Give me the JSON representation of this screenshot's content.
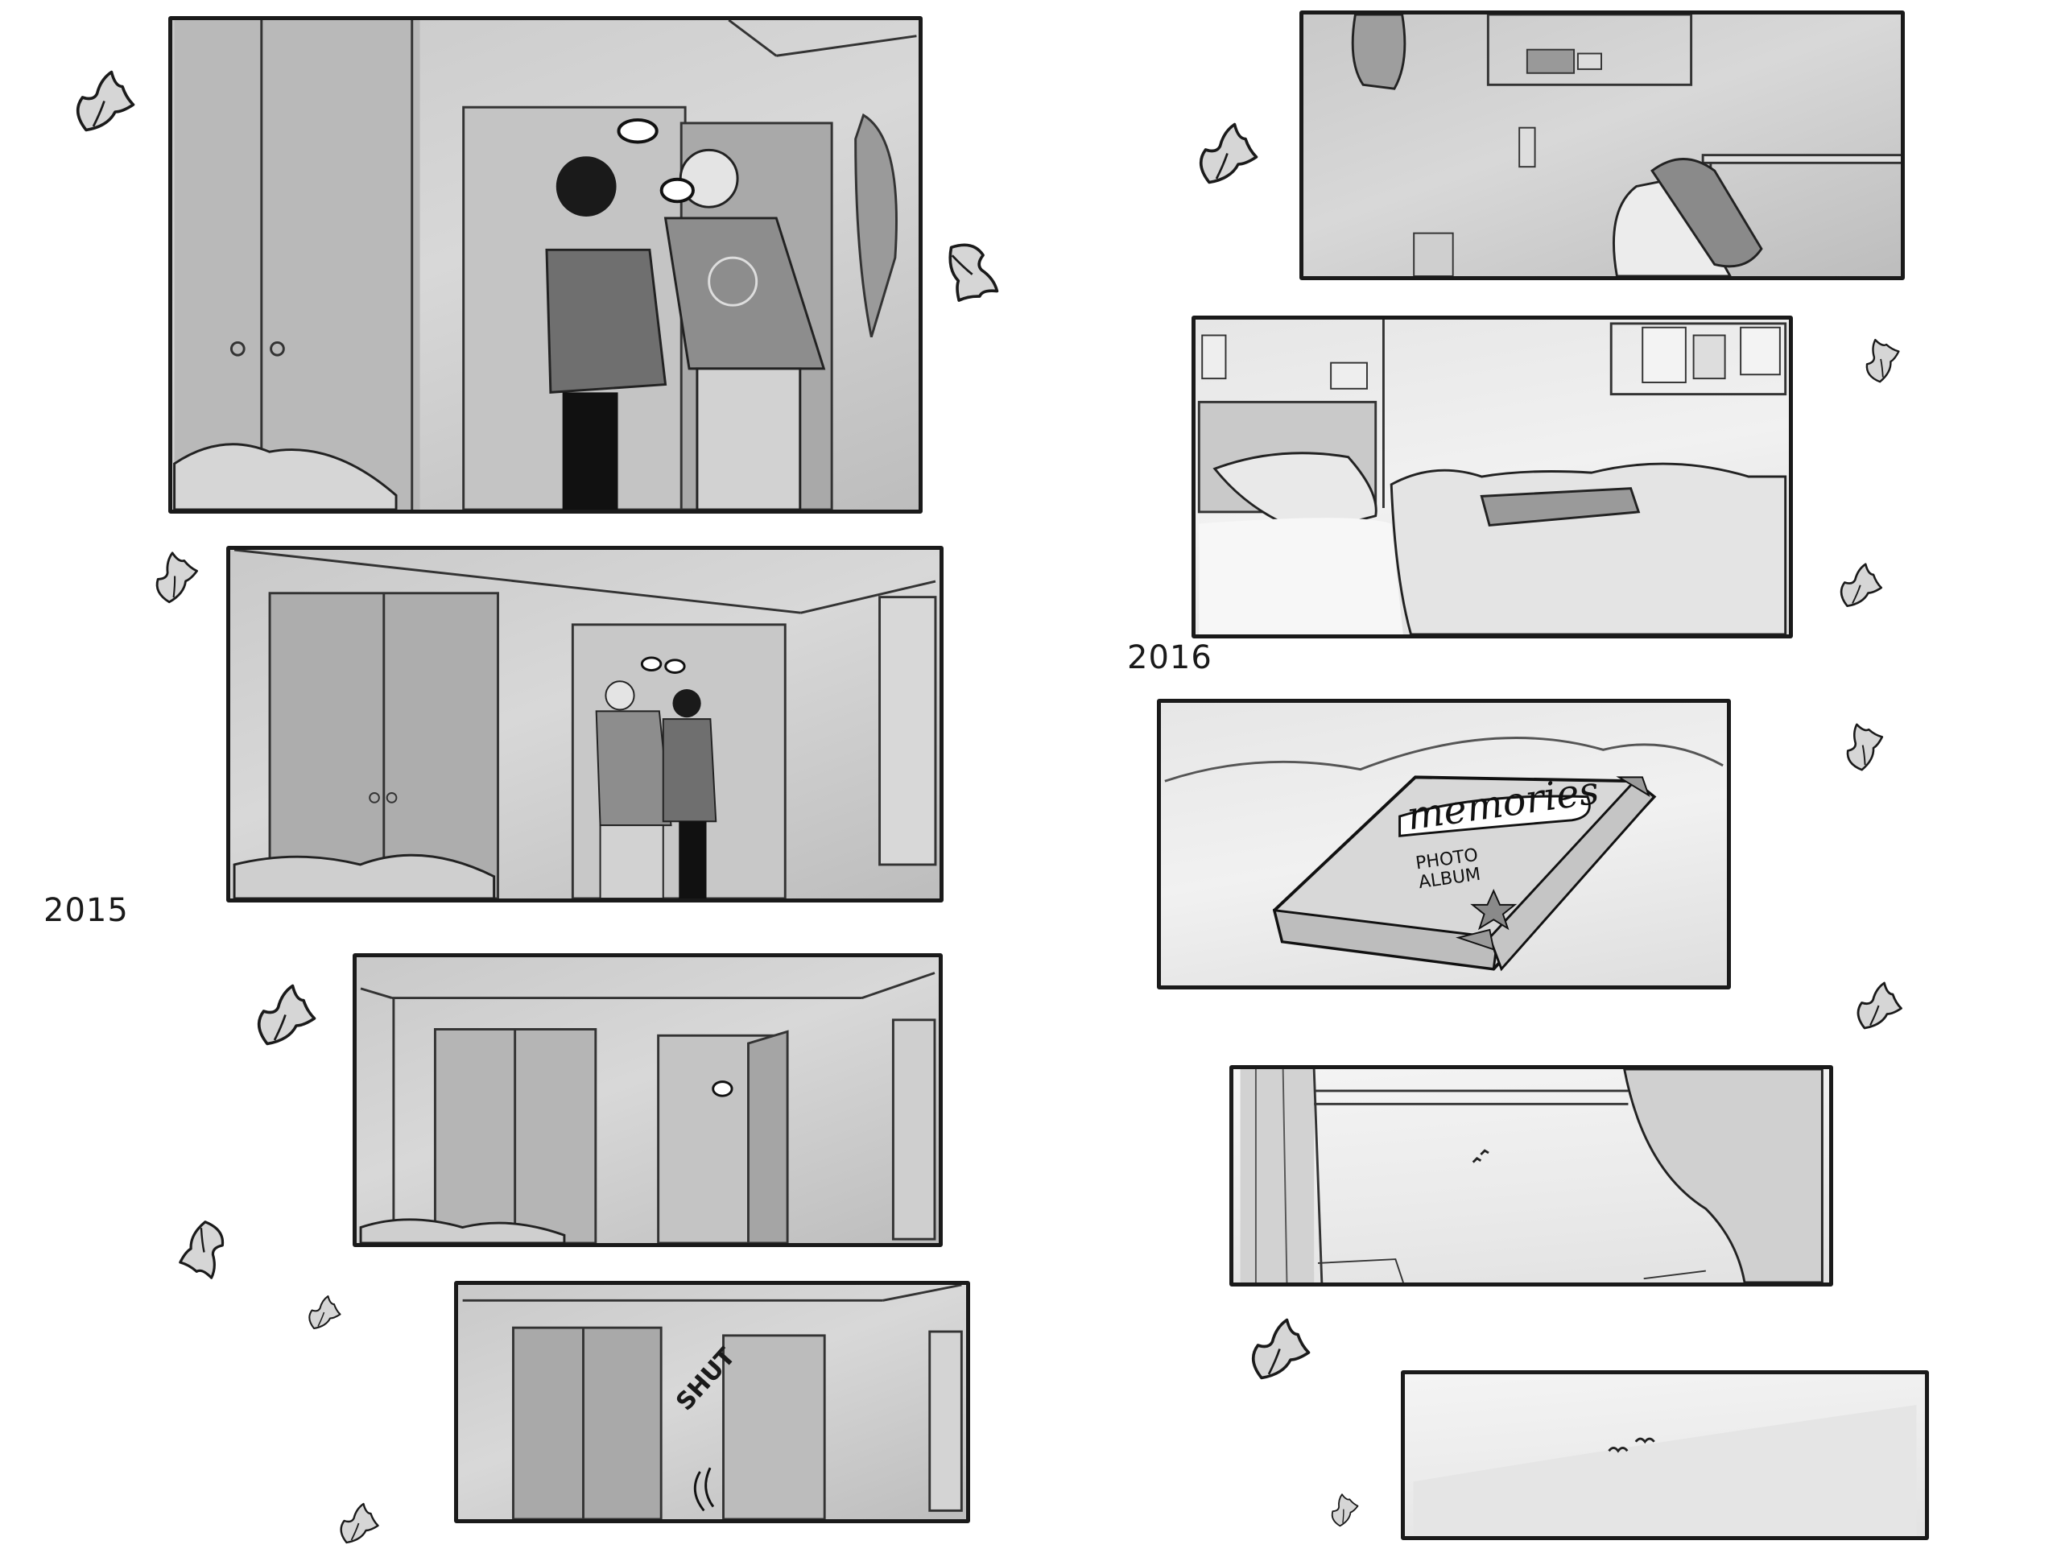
{
  "page": {
    "type": "comic-page",
    "background": "#ffffff",
    "ink_color": "#1a1a1a",
    "leaf_fill": "#d6d6d6"
  },
  "labels": {
    "year_left": "2015",
    "year_right": "2016"
  },
  "panels": {
    "left": [
      {
        "id": "p1",
        "scene": "two boys holding hands in bedroom doorway",
        "bubbles": [
          "",
          ""
        ]
      },
      {
        "id": "p2",
        "scene": "wide view of room, boys in doorway",
        "bubbles": [
          "",
          ""
        ]
      },
      {
        "id": "p3",
        "scene": "one boy leaving through door",
        "bubbles": [
          ""
        ]
      },
      {
        "id": "p4",
        "scene": "door shuts in empty room",
        "sfx": "SHUT"
      }
    ],
    "right": [
      {
        "id": "r1",
        "scene": "desk with chair and scarf"
      },
      {
        "id": "r2",
        "scene": "bed with photo album on duvet"
      },
      {
        "id": "r3",
        "scene": "close-up photo album on bed",
        "album_title": "memories",
        "album_subtitle_1": "PHOTO",
        "album_subtitle_2": "ALBUM"
      },
      {
        "id": "r4",
        "scene": "window with curtains and birds"
      },
      {
        "id": "r5",
        "scene": "sky with birds"
      }
    ]
  }
}
